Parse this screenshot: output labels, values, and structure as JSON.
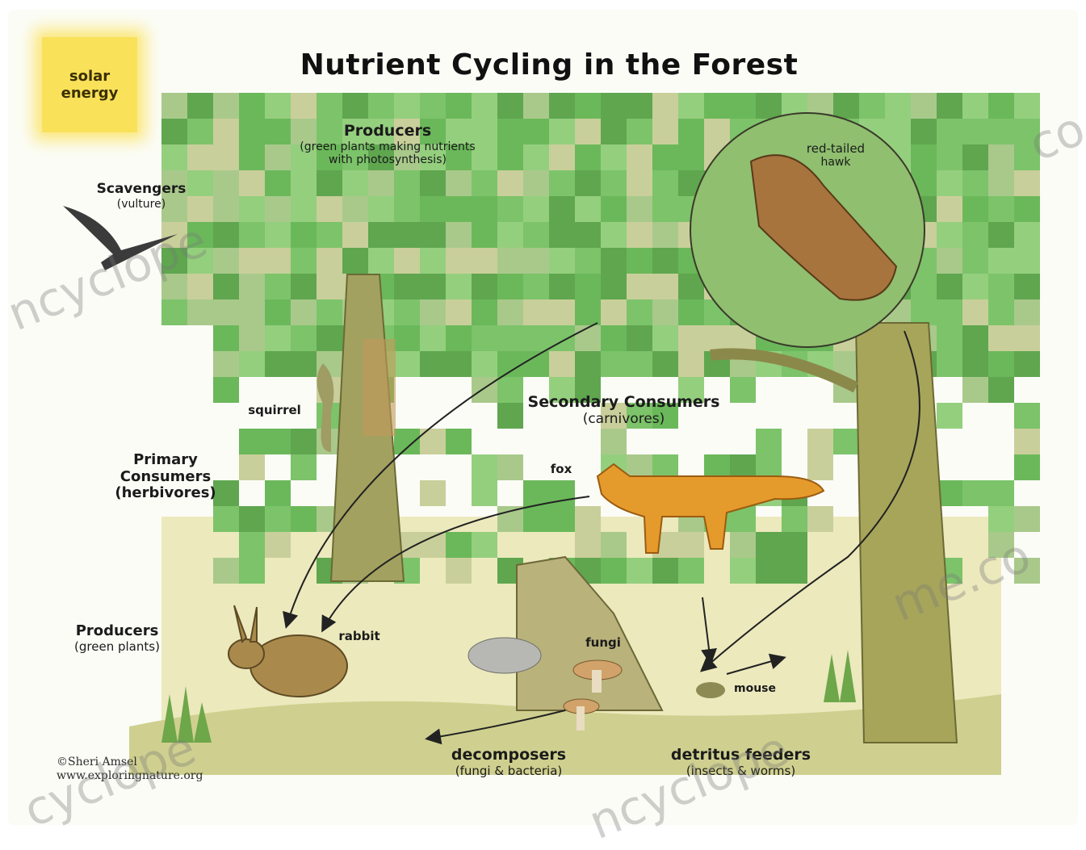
{
  "title": "Nutrient Cycling in the Forest",
  "sun": {
    "line1": "solar",
    "line2": "energy"
  },
  "labels": {
    "producers_top": {
      "name": "Producers",
      "detail1": "(green plants making nutrients",
      "detail2": "with photosynthesis)"
    },
    "scavengers": {
      "name": "Scavengers",
      "detail": "(vulture)"
    },
    "hawk": {
      "line1": "red-tailed",
      "line2": "hawk"
    },
    "squirrel": "squirrel",
    "secondary": {
      "name": "Secondary Consumers",
      "detail": "(carnivores)"
    },
    "primary": {
      "line1": "Primary",
      "line2": "Consumers",
      "line3": "(herbivores)"
    },
    "fox": "fox",
    "producers_bottom": {
      "name": "Producers",
      "detail": "(green plants)"
    },
    "rabbit": "rabbit",
    "fungi": "fungi",
    "mouse": "mouse",
    "decomposers": {
      "name": "decomposers",
      "detail": "(fungi & bacteria)"
    },
    "detritus": {
      "name": "detritus feeders",
      "detail": "(insects & worms)"
    }
  },
  "credit": {
    "line1": "©Sheri Amsel",
    "line2": "www.exploringnature.org"
  },
  "watermarks": [
    "ncyclope",
    "me.co",
    "cyclope",
    "ncyclope",
    "co"
  ],
  "colors": {
    "canopy": "#7cc36a",
    "canopy_dark": "#5fa64f",
    "trunk": "#9c9a4e",
    "ground": "#e8e7b9",
    "fox": "#e59a2c",
    "rabbit": "#a98a4c",
    "sun": "#f9e15a"
  }
}
